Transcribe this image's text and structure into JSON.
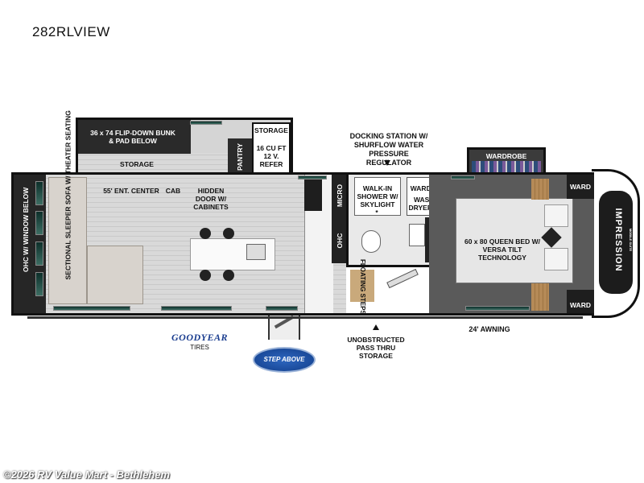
{
  "model": "282RLVIEW",
  "labels": {
    "flipdown_bunk": "36 x 74 FLIP-DOWN BUNK & PAD BELOW",
    "storage_slide": "STORAGE",
    "storage_top": "STORAGE",
    "pantry": "PANTRY",
    "refer": "16 CU FT 12 V. REFER",
    "docking": "DOCKING STATION W/ SHURFLOW WATER PRESSURE REGULATOR",
    "wardrobe_top": "WARDROBE",
    "ohc_window": "OHC W/ WINDOW BELOW",
    "sofa": "SECTIONAL SLEEPER SOFA W/ THEATER SEATING",
    "ent_center": "55' ENT. CENTER",
    "cab": "CAB",
    "hidden_door": "HIDDEN DOOR W/ CABINETS",
    "micro": "MICRO",
    "ohc": "OHC",
    "shower": "WALK-IN SHOWER W/ SKYLIGHT",
    "shower_star": "*",
    "wardrobe_bath": "WARDROBE",
    "washer": "WASHER / DRYER PREP",
    "bed": "60 x 80 QUEEN BED W/ VERSA TILT TECHNOLOGY",
    "ward_top": "WARD",
    "ward_bottom": "WARD",
    "floating_steps": "FLOATING STEPS",
    "awning": "24' AWNING",
    "pass_thru": "UNOBSTRUCTED PASS THRU STORAGE",
    "impression": "IMPRESSION",
    "impression_sub": "MOBILE SUITE"
  },
  "logos": {
    "goodyear": "GOODYEAR",
    "tires": "TIRES",
    "stepabove": "STEP ABOVE"
  },
  "footer": {
    "watermark": "©2026 RV Value Mart - Bethlehem"
  },
  "icons": [
    "arrow-down-icon",
    "arrow-up-icon"
  ]
}
